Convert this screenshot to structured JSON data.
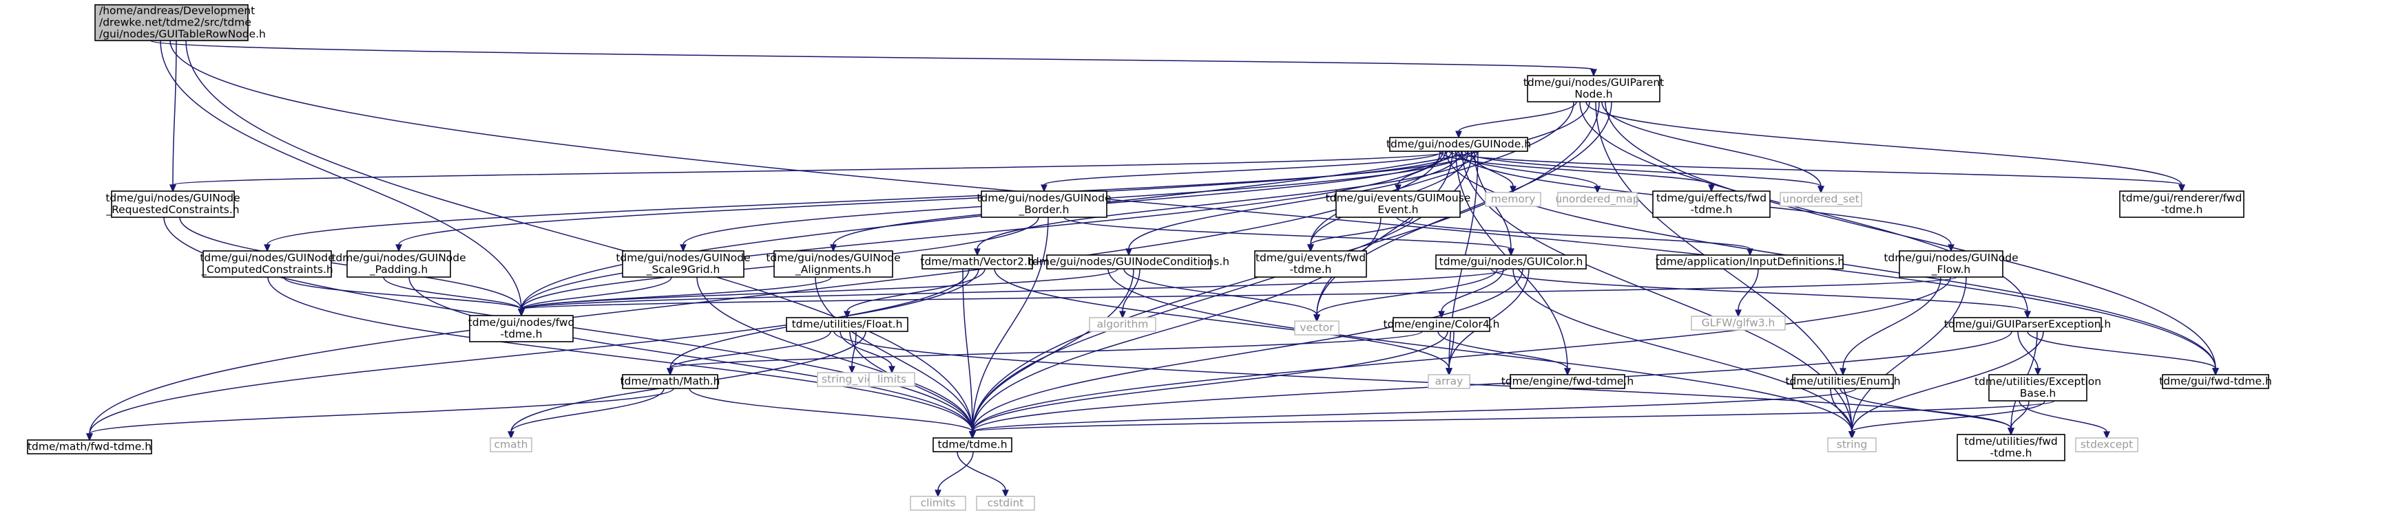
{
  "graph": {
    "nodes": [
      {
        "id": "root",
        "lines": [
          "/home/andreas/Development",
          "/drewke.net/tdme2/src/tdme",
          "/gui/nodes/GUITableRowNode.h"
        ],
        "kind": "root"
      },
      {
        "id": "parent",
        "lines": [
          "tdme/gui/nodes/GUIParent",
          "Node.h"
        ],
        "kind": "local"
      },
      {
        "id": "guinode",
        "lines": [
          "tdme/gui/nodes/GUINode.h"
        ],
        "kind": "local"
      },
      {
        "id": "reqcons",
        "lines": [
          "tdme/gui/nodes/GUINode",
          "_RequestedConstraints.h"
        ],
        "kind": "local"
      },
      {
        "id": "compcons",
        "lines": [
          "tdme/gui/nodes/GUINode",
          "_ComputedConstraints.h"
        ],
        "kind": "local"
      },
      {
        "id": "padding",
        "lines": [
          "tdme/gui/nodes/GUINode",
          "_Padding.h"
        ],
        "kind": "local"
      },
      {
        "id": "border",
        "lines": [
          "tdme/gui/nodes/GUINode",
          "_Border.h"
        ],
        "kind": "local"
      },
      {
        "id": "scale9",
        "lines": [
          "tdme/gui/nodes/GUINode",
          "_Scale9Grid.h"
        ],
        "kind": "local"
      },
      {
        "id": "align",
        "lines": [
          "tdme/gui/nodes/GUINode",
          "_Alignments.h"
        ],
        "kind": "local"
      },
      {
        "id": "vector2",
        "lines": [
          "tdme/math/Vector2.h"
        ],
        "kind": "local"
      },
      {
        "id": "conditions",
        "lines": [
          "tdme/gui/nodes/GUINodeConditions.h"
        ],
        "kind": "local"
      },
      {
        "id": "mouseev",
        "lines": [
          "tdme/gui/events/GUIMouse",
          "Event.h"
        ],
        "kind": "local"
      },
      {
        "id": "memory",
        "lines": [
          "memory"
        ],
        "kind": "system"
      },
      {
        "id": "umap",
        "lines": [
          "unordered_map"
        ],
        "kind": "system"
      },
      {
        "id": "effects",
        "lines": [
          "tdme/gui/effects/fwd",
          "-tdme.h"
        ],
        "kind": "local"
      },
      {
        "id": "uset",
        "lines": [
          "unordered_set"
        ],
        "kind": "system"
      },
      {
        "id": "renderer",
        "lines": [
          "tdme/gui/renderer/fwd",
          "-tdme.h"
        ],
        "kind": "local"
      },
      {
        "id": "eventsfwd",
        "lines": [
          "tdme/gui/events/fwd",
          "-tdme.h"
        ],
        "kind": "local"
      },
      {
        "id": "inputdef",
        "lines": [
          "tdme/application/InputDefinitions.h"
        ],
        "kind": "local"
      },
      {
        "id": "guicolor",
        "lines": [
          "tdme/gui/nodes/GUIColor.h"
        ],
        "kind": "local"
      },
      {
        "id": "flow",
        "lines": [
          "tdme/gui/nodes/GUINode",
          "_Flow.h"
        ],
        "kind": "local"
      },
      {
        "id": "glfw",
        "lines": [
          "GLFW/glfw3.h"
        ],
        "kind": "system"
      },
      {
        "id": "nodesfwd",
        "lines": [
          "tdme/gui/nodes/fwd",
          "-tdme.h"
        ],
        "kind": "local"
      },
      {
        "id": "float",
        "lines": [
          "tdme/utilities/Float.h"
        ],
        "kind": "local"
      },
      {
        "id": "algorithm",
        "lines": [
          "algorithm"
        ],
        "kind": "system"
      },
      {
        "id": "vector",
        "lines": [
          "vector"
        ],
        "kind": "system"
      },
      {
        "id": "color4",
        "lines": [
          "tdme/engine/Color4.h"
        ],
        "kind": "local"
      },
      {
        "id": "parserexc",
        "lines": [
          "tdme/gui/GUIParserException.h"
        ],
        "kind": "local"
      },
      {
        "id": "stringview",
        "lines": [
          "string_view"
        ],
        "kind": "system"
      },
      {
        "id": "limits",
        "lines": [
          "limits"
        ],
        "kind": "system"
      },
      {
        "id": "array",
        "lines": [
          "array"
        ],
        "kind": "system"
      },
      {
        "id": "math",
        "lines": [
          "tdme/math/Math.h"
        ],
        "kind": "local"
      },
      {
        "id": "enginefwd",
        "lines": [
          "tdme/engine/fwd-tdme.h"
        ],
        "kind": "local"
      },
      {
        "id": "enum",
        "lines": [
          "tdme/utilities/Enum.h"
        ],
        "kind": "local"
      },
      {
        "id": "excbase",
        "lines": [
          "tdme/utilities/Exception",
          "Base.h"
        ],
        "kind": "local"
      },
      {
        "id": "guifwd",
        "lines": [
          "tdme/gui/fwd-tdme.h"
        ],
        "kind": "local"
      },
      {
        "id": "mathfwd",
        "lines": [
          "tdme/math/fwd-tdme.h"
        ],
        "kind": "local"
      },
      {
        "id": "cmath",
        "lines": [
          "cmath"
        ],
        "kind": "system"
      },
      {
        "id": "tdme",
        "lines": [
          "tdme/tdme.h"
        ],
        "kind": "local"
      },
      {
        "id": "string",
        "lines": [
          "string"
        ],
        "kind": "system"
      },
      {
        "id": "utilfwd",
        "lines": [
          "tdme/utilities/fwd",
          "-tdme.h"
        ],
        "kind": "local"
      },
      {
        "id": "stdexcept",
        "lines": [
          "stdexcept"
        ],
        "kind": "system"
      },
      {
        "id": "climits",
        "lines": [
          "climits"
        ],
        "kind": "system"
      },
      {
        "id": "cstdint",
        "lines": [
          "cstdint"
        ],
        "kind": "system"
      }
    ]
  }
}
